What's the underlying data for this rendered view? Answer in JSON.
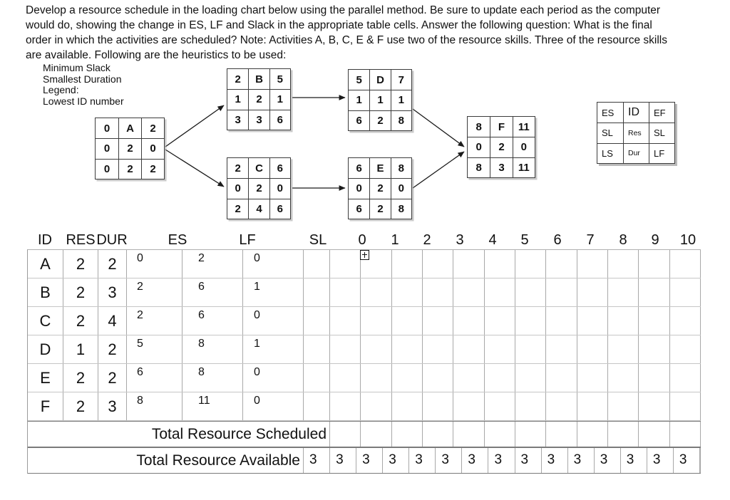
{
  "question": {
    "lines": [
      "Develop a resource schedule in the loading chart below using the parallel method.  Be sure to update each period as the computer",
      "would do, showing the change in ES, LF and Slack in the appropriate table cells.  Answer the following question: What is the final",
      "order in which the activities are scheduled? Note: Activities A, B, C, E & F use two of the resource skills. Three of the resource skills",
      "are available. Following are the heuristics to be used:"
    ]
  },
  "heuristics": [
    "Minimum Slack",
    "Smallest Duration",
    "Legend:",
    "Lowest ID number"
  ],
  "diagram": {
    "nodes": [
      {
        "id": "A",
        "grid": [
          [
            "0",
            "A",
            "2"
          ],
          [
            "0",
            "2",
            "0"
          ],
          [
            "0",
            "2",
            "2"
          ]
        ]
      },
      {
        "id": "B",
        "grid": [
          [
            "2",
            "B",
            "5"
          ],
          [
            "1",
            "2",
            "1"
          ],
          [
            "3",
            "3",
            "6"
          ]
        ]
      },
      {
        "id": "C",
        "grid": [
          [
            "2",
            "C",
            "6"
          ],
          [
            "0",
            "2",
            "0"
          ],
          [
            "2",
            "4",
            "6"
          ]
        ]
      },
      {
        "id": "D",
        "grid": [
          [
            "5",
            "D",
            "7"
          ],
          [
            "1",
            "1",
            "1"
          ],
          [
            "6",
            "2",
            "8"
          ]
        ]
      },
      {
        "id": "E",
        "grid": [
          [
            "6",
            "E",
            "8"
          ],
          [
            "0",
            "2",
            "0"
          ],
          [
            "6",
            "2",
            "8"
          ]
        ]
      },
      {
        "id": "F",
        "grid": [
          [
            "8",
            "F",
            "11"
          ],
          [
            "0",
            "2",
            "0"
          ],
          [
            "8",
            "3",
            "11"
          ]
        ]
      }
    ],
    "legend": {
      "grid": [
        [
          "ES",
          "ID",
          "EF"
        ],
        [
          "SL",
          "Res",
          "SL"
        ],
        [
          "LS",
          "Dur",
          "LF"
        ]
      ]
    }
  },
  "chart": {
    "col_headers": {
      "id": "ID",
      "res": "RES",
      "dur": "DUR",
      "es": "ES",
      "lf": "LF",
      "sl": "SL"
    },
    "period_headers": [
      "0",
      "1",
      "2",
      "3",
      "4",
      "5",
      "6",
      "7",
      "8",
      "9",
      "10"
    ],
    "rows": [
      {
        "id": "A",
        "res": "2",
        "dur": "2",
        "es": "0",
        "lf": "2",
        "sl": "0"
      },
      {
        "id": "B",
        "res": "2",
        "dur": "3",
        "es": "2",
        "lf": "6",
        "sl": "1"
      },
      {
        "id": "C",
        "res": "2",
        "dur": "4",
        "es": "2",
        "lf": "6",
        "sl": "0"
      },
      {
        "id": "D",
        "res": "1",
        "dur": "2",
        "es": "5",
        "lf": "8",
        "sl": "1"
      },
      {
        "id": "E",
        "res": "2",
        "dur": "2",
        "es": "6",
        "lf": "8",
        "sl": "0"
      },
      {
        "id": "F",
        "res": "2",
        "dur": "3",
        "es": "8",
        "lf": "11",
        "sl": "0"
      }
    ],
    "totals": {
      "scheduled_label": "Total Resource Scheduled",
      "available_label": "Total Resource Available",
      "available_values": [
        "3",
        "3",
        "3",
        "3",
        "3",
        "3",
        "3",
        "3",
        "3",
        "3",
        "3",
        "3",
        "3",
        "3",
        "3"
      ]
    }
  }
}
